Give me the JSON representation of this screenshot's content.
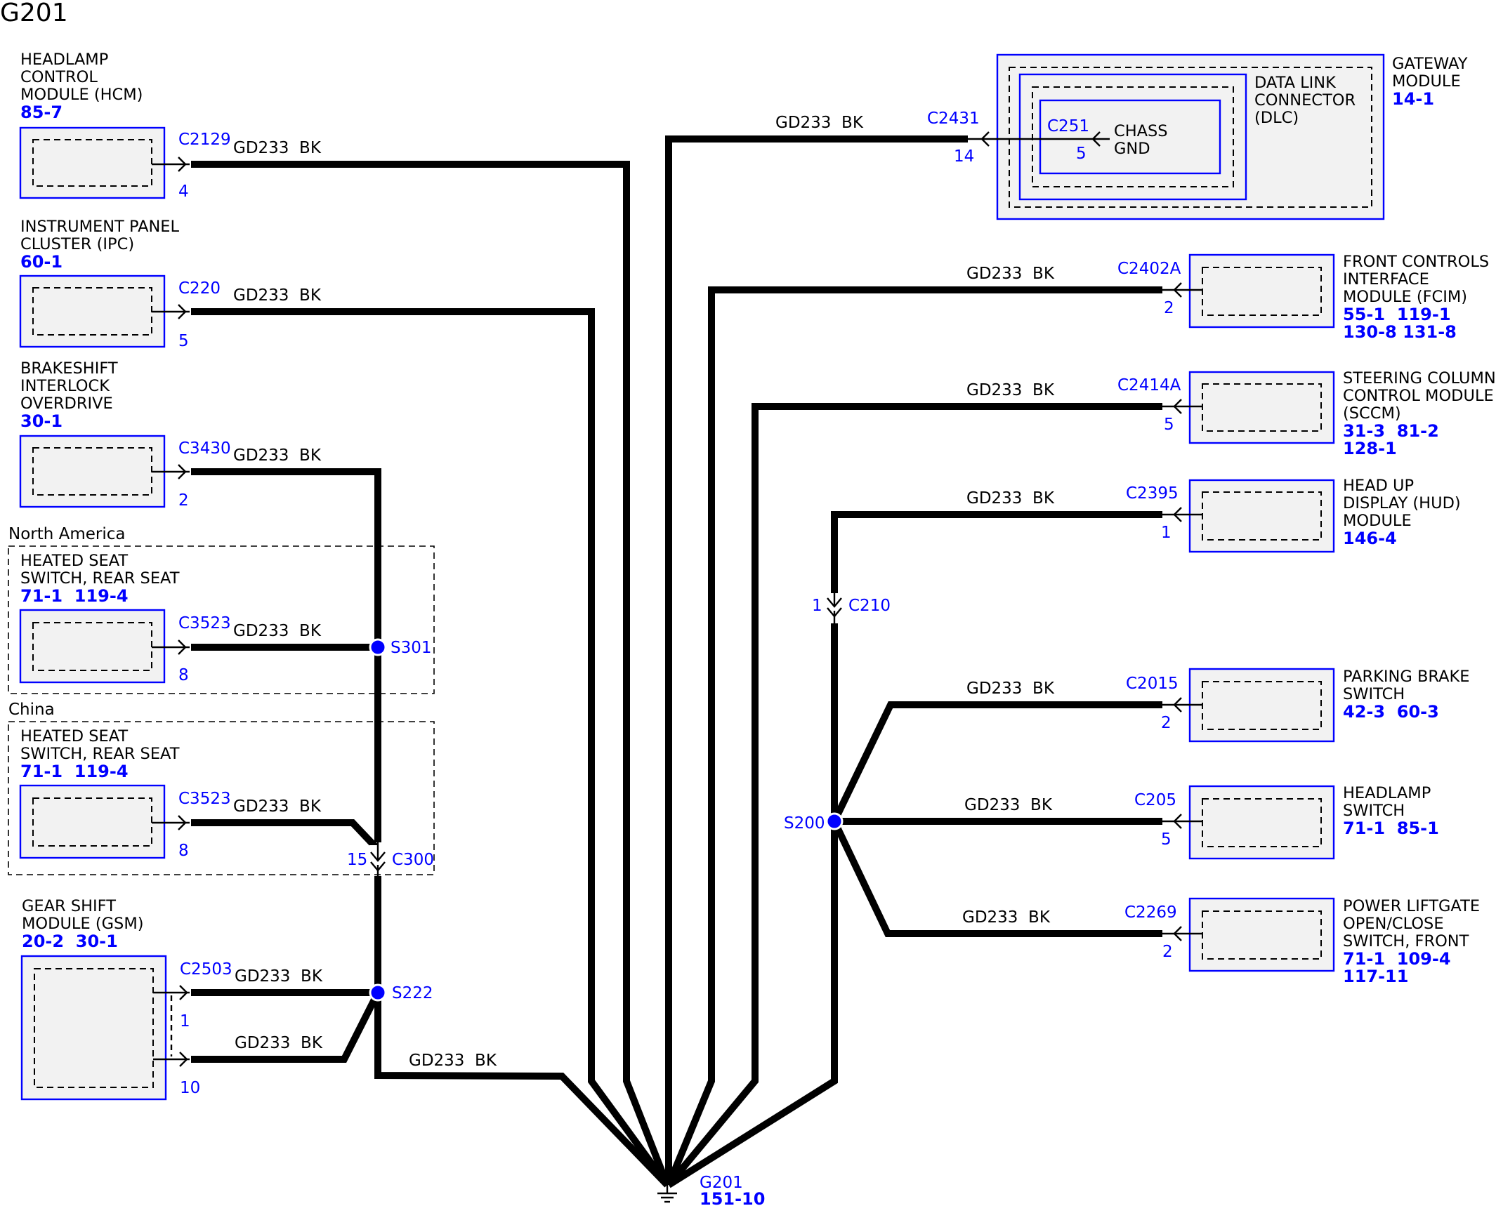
{
  "title": "G201",
  "wire_label": "GD233  BK",
  "ground": {
    "name": "G201",
    "ref": "151-10"
  },
  "regions": {
    "north_america": "North America",
    "china": "China"
  },
  "modules": {
    "hcm": {
      "lines": [
        "HEADLAMP",
        "CONTROL",
        "MODULE (HCM)"
      ],
      "refs": [
        "85-7"
      ],
      "connector": "C2129",
      "pin": "4"
    },
    "ipc": {
      "lines": [
        "INSTRUMENT PANEL",
        "CLUSTER (IPC)"
      ],
      "refs": [
        "60-1"
      ],
      "connector": "C220",
      "pin": "5"
    },
    "bsi": {
      "lines": [
        "BRAKESHIFT",
        "INTERLOCK",
        "OVERDRIVE"
      ],
      "refs": [
        "30-1"
      ],
      "connector": "C3430",
      "pin": "2"
    },
    "hs_na": {
      "lines": [
        "HEATED SEAT",
        "SWITCH, REAR SEAT"
      ],
      "refs": [
        "71-1  119-4"
      ],
      "connector": "C3523",
      "pin": "8"
    },
    "hs_cn": {
      "lines": [
        "HEATED SEAT",
        "SWITCH, REAR SEAT"
      ],
      "refs": [
        "71-1  119-4"
      ],
      "connector": "C3523",
      "pin": "8"
    },
    "gsm": {
      "lines": [
        "GEAR SHIFT",
        "MODULE (GSM)"
      ],
      "refs": [
        "20-2  30-1"
      ],
      "connector": "C2503",
      "pins": [
        "1",
        "10"
      ]
    },
    "gateway": {
      "lines": [
        "GATEWAY",
        "MODULE"
      ],
      "refs": [
        "14-1"
      ],
      "connector": "C2431",
      "pin": "14"
    },
    "dlc": {
      "lines": [
        "DATA LINK",
        "CONNECTOR",
        "(DLC)"
      ],
      "connector": "C251",
      "pin": "5",
      "inner_lines": [
        "CHASS",
        "GND"
      ]
    },
    "fcim": {
      "lines": [
        "FRONT CONTROLS",
        "INTERFACE",
        "MODULE (FCIM)"
      ],
      "refs": [
        "55-1  119-1",
        "130-8 131-8"
      ],
      "connector": "C2402A",
      "pin": "2"
    },
    "sccm": {
      "lines": [
        "STEERING COLUMN",
        "CONTROL MODULE",
        "(SCCM)"
      ],
      "refs": [
        "31-3  81-2",
        "128-1"
      ],
      "connector": "C2414A",
      "pin": "5"
    },
    "hud": {
      "lines": [
        "HEAD UP",
        "DISPLAY (HUD)",
        "MODULE"
      ],
      "refs": [
        "146-4"
      ],
      "connector": "C2395",
      "pin": "1"
    },
    "pbs": {
      "lines": [
        "PARKING BRAKE",
        "SWITCH"
      ],
      "refs": [
        "42-3  60-3"
      ],
      "connector": "C2015",
      "pin": "2"
    },
    "hls": {
      "lines": [
        "HEADLAMP",
        "SWITCH"
      ],
      "refs": [
        "71-1  85-1"
      ],
      "connector": "C205",
      "pin": "5"
    },
    "plg": {
      "lines": [
        "POWER LIFTGATE",
        "OPEN/CLOSE",
        "SWITCH, FRONT"
      ],
      "refs": [
        "71-1  109-4",
        "117-11"
      ],
      "connector": "C2269",
      "pin": "2"
    }
  },
  "splices": {
    "s301": "S301",
    "s222": "S222",
    "s200": "S200"
  },
  "inline_connectors": {
    "c300": {
      "name": "C300",
      "pin": "15"
    },
    "c210": {
      "name": "C210",
      "pin": "1"
    }
  }
}
